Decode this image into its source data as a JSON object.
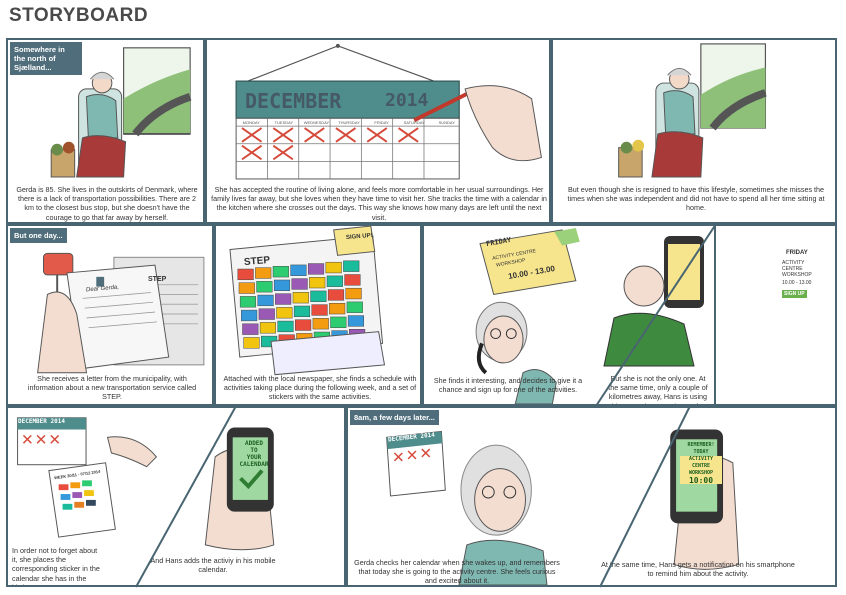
{
  "page": {
    "title": "STORYBOARD"
  },
  "colors": {
    "border": "#4a6572",
    "tag_bg": "#4f6d7a",
    "hair": "#cfd8dc",
    "cardigan": "#7fb7b1",
    "skirt": "#a83a3a",
    "calendar": "#4f8c8c",
    "green_shirt": "#3e8a3e"
  },
  "panels": [
    {
      "id": 1,
      "tag": "Somewhere in the north of Sjælland...",
      "caption": "Gerda is 85. She lives in the outskirts of Denmark, where there is a lack of transportation possibilities. There are 2 km to the closest bus stop, but she doesn't have the courage to go that far away by herself."
    },
    {
      "id": 2,
      "caption": "She has accepted the routine of living alone, and feels more comfortable in her usual surroundings. Her family lives far away, but she loves when they have time to visit her. She tracks the time with a calendar in the kitchen where she crosses out the days. This way she knows how many days are left until the next visit.",
      "calendar": {
        "month": "DECEMBER",
        "year": "2014",
        "days": [
          "MONDAY",
          "TUESDAY",
          "WEDNESDAY",
          "THURSDAY",
          "FRIDAY",
          "SATURDAY",
          "SUNDAY"
        ]
      }
    },
    {
      "id": 3,
      "caption": "But even though she is resigned to have this lifestyle, sometimes she misses the times when she was independent and did not have to spend all her time sitting at home."
    },
    {
      "id": 4,
      "tag": "But one day...",
      "caption": "She receives a letter from the municipality, with information about a new transportation service called STEP.",
      "letter_title": "STEP",
      "letter_greeting": "Dear Gerda,"
    },
    {
      "id": 5,
      "caption": "Attached with the local newspaper, she finds a schedule with activities taking place during the following week, and a set of stickers with the same activities.",
      "schedule_title": "STEP",
      "sign_up_label": "SIGN UP!"
    },
    {
      "id": 6,
      "caption": "She finds it interesting, and decides to give it a chance and sign up for one of the activities.",
      "note": {
        "day": "FRIDAY",
        "line1": "ACTIVITY CENTRE",
        "line2": "WORKSHOP",
        "time": "10.00 - 13.00"
      }
    },
    {
      "id": 7,
      "caption": "But she is not the only one. At the same time, only a couple of kilometres away, Hans is using his smartphone to sign up for the same activity.",
      "phone": {
        "day": "FRIDAY",
        "line1": "ACTIVITY",
        "line2": "CENTRE",
        "line3": "WORKSHOP",
        "time": "10.00 - 13.00",
        "button": "SIGN UP"
      }
    },
    {
      "id": 8,
      "caption": "In order not to forget about it, she places the corresponding sticker in the calendar she has in the kitchen.",
      "calendar_label": "DECEMBER 2014",
      "sticker_sheet_label": "WEEK 30/11 - 07/12 2014"
    },
    {
      "id": 9,
      "caption": "And Hans adds the activiy in his mobile calendar.",
      "phone_text": [
        "ADDED",
        "TO",
        "YOUR",
        "CALENDAR"
      ]
    },
    {
      "id": 10,
      "tag": "8am, a few days later...",
      "caption": "Gerda checks her calendar when she wakes up, and remembers that today she is going to the activity centre. She feels curious and excited about it.",
      "calendar_label": "DECEMBER 2014"
    },
    {
      "id": 11,
      "caption": "At the same time, Hans gets a notification on his smartphone to remind him about the activity.",
      "phone": {
        "line1": "REMEMBER!",
        "line2": "TODAY",
        "line3": "ACTIVITY CENTRE",
        "line4": "WORKSHOP",
        "time": "10:00"
      }
    }
  ]
}
